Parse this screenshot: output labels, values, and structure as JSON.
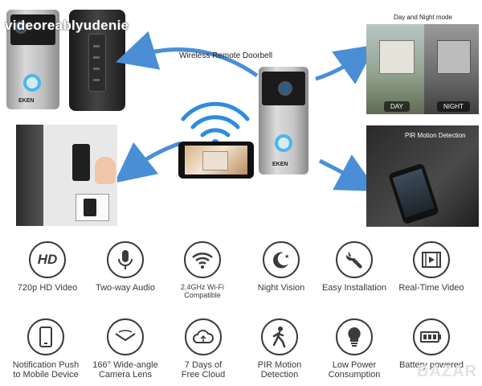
{
  "watermark": "videoreablyudenie",
  "brand_label": "EKEN",
  "top": {
    "wireless_caption": "Wireless Remote Doorbell",
    "day_night_caption": "Day and Night mode",
    "day_label": "DAY",
    "night_label": "NIGHT",
    "pir_caption": "PIR Motion Detection"
  },
  "features": [
    {
      "label": "720p HD Video",
      "icon": "hd-icon"
    },
    {
      "label": "Two-way Audio",
      "icon": "microphone-icon"
    },
    {
      "label": "2.4GHz Wi-Fi\nCompatible",
      "icon": "wifi-icon"
    },
    {
      "label": "Night Vision",
      "icon": "moon-icon"
    },
    {
      "label": "Easy Installation",
      "icon": "wrench-icon"
    },
    {
      "label": "Real-Time Video",
      "icon": "video-icon"
    },
    {
      "label": "Notification Push\nto Mobile Device",
      "icon": "phone-icon"
    },
    {
      "label": "166° Wide-angle\nCamera Lens",
      "icon": "wide-angle-icon"
    },
    {
      "label": "7 Days of\nFree Cloud",
      "icon": "cloud-icon"
    },
    {
      "label": "PIR Motion\nDetection",
      "icon": "motion-icon"
    },
    {
      "label": "Low Power\nConsumption",
      "icon": "bulb-icon"
    },
    {
      "label": "Battery powered",
      "icon": "battery-icon"
    }
  ],
  "hd_text": "HD",
  "colors": {
    "arrow": "#4a8fd6",
    "wifi": "#2f8be0",
    "icon_stroke": "#3b3b3b",
    "ring": "#49b6f2"
  },
  "bottom_watermark": "BAZAR"
}
